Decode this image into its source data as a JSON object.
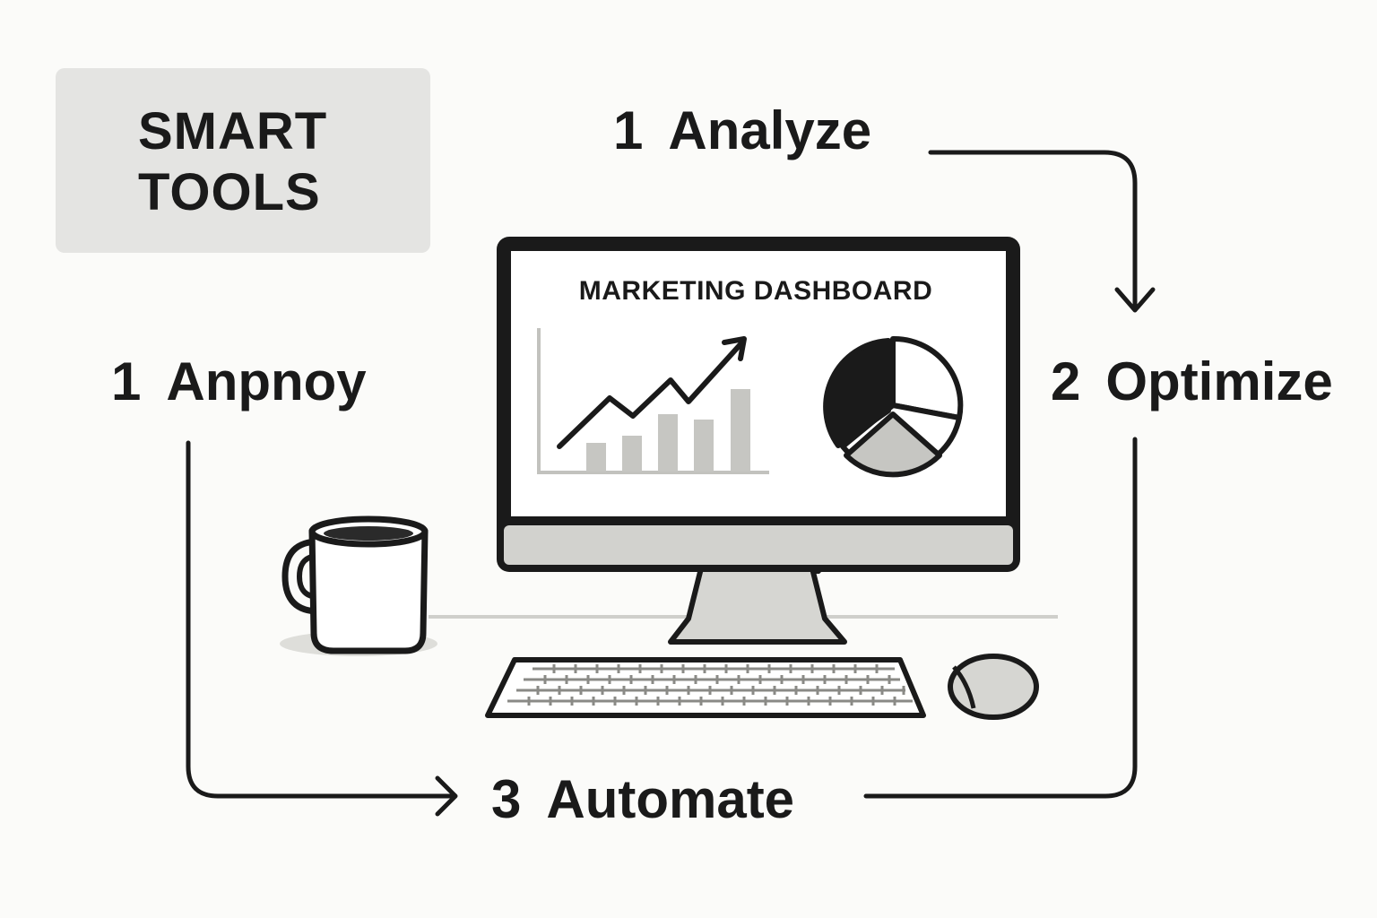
{
  "badge": {
    "line1": "SMART",
    "line2": "TOOLS"
  },
  "steps": {
    "analyze": {
      "number": "1",
      "label": "Analyze"
    },
    "left": {
      "number": "1",
      "label": "Anpnoy"
    },
    "optimize": {
      "number": "2",
      "label": "Optimize"
    },
    "automate": {
      "number": "3",
      "label": "Automate"
    }
  },
  "dashboard": {
    "title": "MARKETING DASHBOARD"
  },
  "colors": {
    "ink": "#1a1a1a",
    "badge_bg": "#e4e4e2",
    "gray": "#c6c6c2",
    "background": "#fbfbf9"
  },
  "icons": [
    "computer-monitor-icon",
    "line-chart-icon",
    "bar-chart-icon",
    "pie-chart-icon",
    "coffee-mug-icon",
    "keyboard-icon",
    "mouse-icon",
    "arrow-icon"
  ]
}
